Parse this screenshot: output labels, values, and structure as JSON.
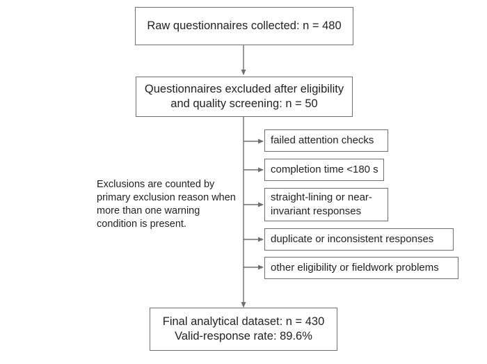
{
  "flow": {
    "raw": {
      "line1": "Raw questionnaires collected: n = 480"
    },
    "excluded": {
      "line1": "Questionnaires excluded after eligibility",
      "line2": "and quality screening: n = 50"
    },
    "reasons": [
      {
        "line1": "failed attention checks"
      },
      {
        "line1": "completion time <180 s"
      },
      {
        "line1": "straight-lining or near-",
        "line2": "invariant responses"
      },
      {
        "line1": "duplicate or inconsistent responses"
      },
      {
        "line1": "other eligibility or fieldwork problems"
      }
    ],
    "note": {
      "line1": "Exclusions are counted by",
      "line2": "primary exclusion reason when",
      "line3": "more than one warning",
      "line4": "condition is present."
    },
    "final": {
      "line1": "Final analytical dataset: n = 430",
      "line2": "Valid-response rate: 89.6%"
    }
  },
  "colors": {
    "line": "#6e6e6e",
    "text": "#222222",
    "background": "#ffffff"
  }
}
